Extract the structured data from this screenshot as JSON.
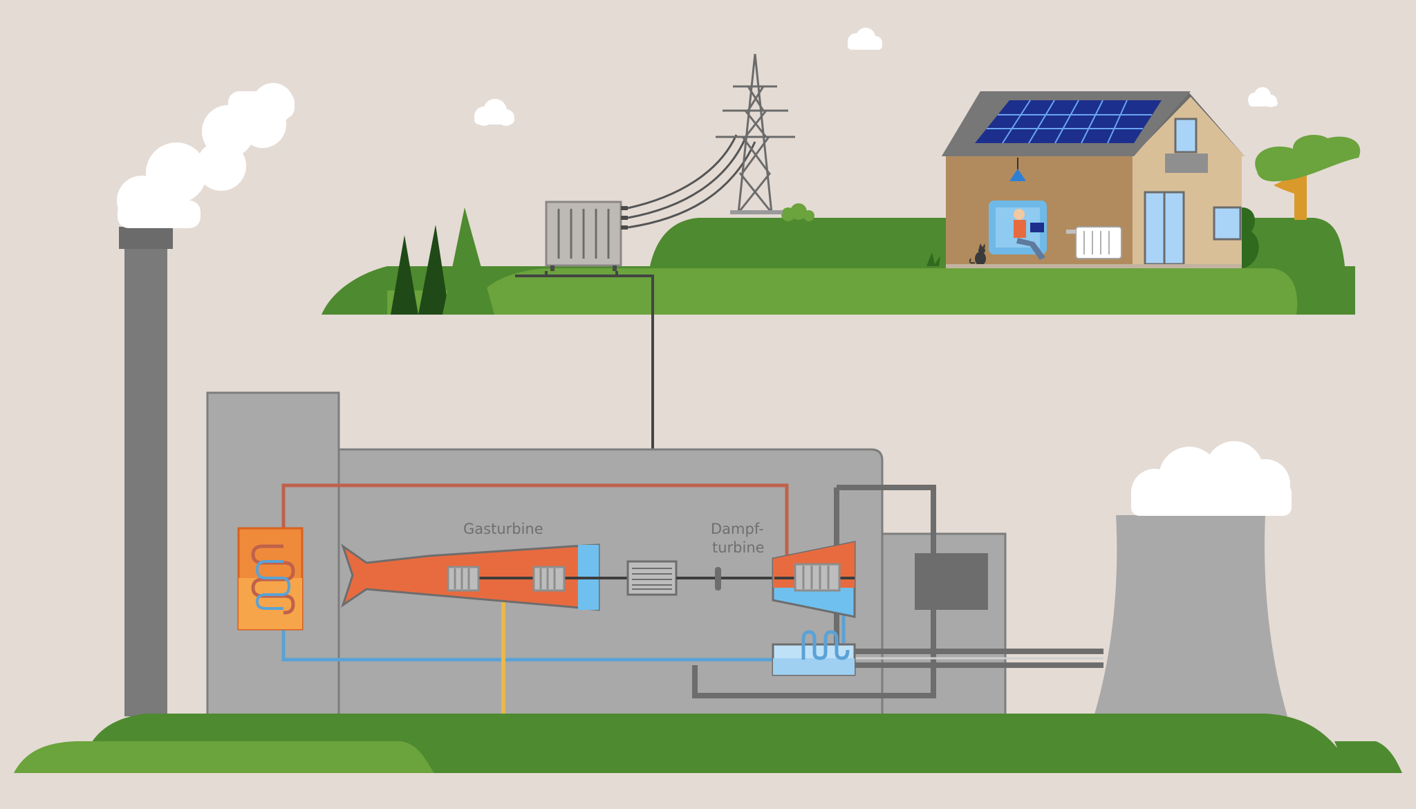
{
  "labels": {
    "gas_turbine": "Gasturbine",
    "steam_turbine_line1": "Dampf-",
    "steam_turbine_line2": "turbine"
  },
  "colors": {
    "background": "#e4dbd4",
    "grass_dark": "#4e8a2f",
    "grass_light": "#6ba33c",
    "building_gray": "#a9a9a9",
    "turbine_orange": "#e86b3f",
    "water_blue": "#6fb9e8",
    "steam_cloud": "#ffffff",
    "gas_yellow": "#e9b949",
    "solar_panel": "#1c2f8c"
  },
  "icons": [
    "smoke-stack-icon",
    "cooling-tower-icon",
    "transmission-tower-icon",
    "transformer-icon",
    "house-icon",
    "solar-panel-icon",
    "generator-icon",
    "heat-exchanger-icon",
    "condenser-icon",
    "tree-icon",
    "cloud-icon",
    "cat-icon",
    "radiator-icon",
    "ceiling-lamp-icon"
  ]
}
